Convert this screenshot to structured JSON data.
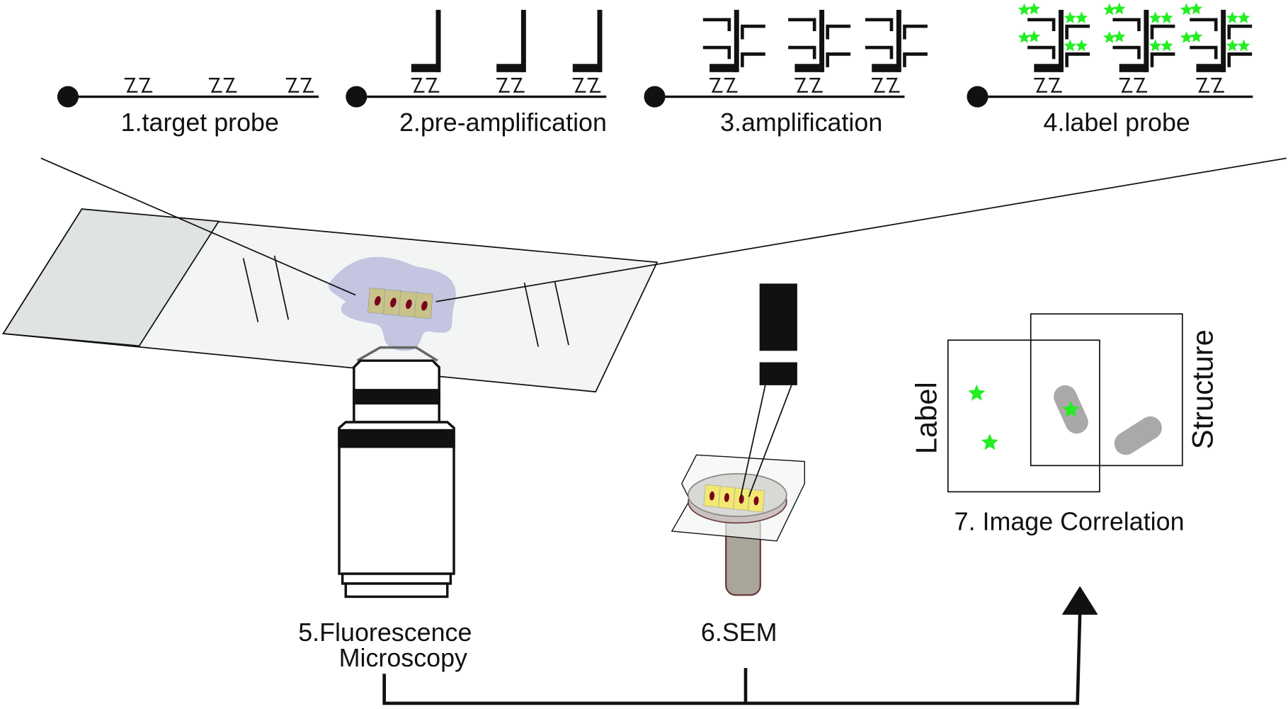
{
  "steps": {
    "s1": "1.target probe",
    "s2": "2.pre-amplification",
    "s3": "3.amplification",
    "s4": "4.label probe",
    "s5a": "5.Fluorescence",
    "s5b": "Microscopy",
    "s6": "6.SEM",
    "s7": "7. Image Correlation"
  },
  "correlation": {
    "left_label": "Label",
    "right_label": "Structure"
  },
  "colors": {
    "label_star": "#22ee22",
    "tissue_blob": "#bfc0de",
    "cell": "#c9c38a",
    "nucleus": "#7a0020",
    "sem_cell": "#f2e870",
    "structure": "#a9a9a9"
  }
}
